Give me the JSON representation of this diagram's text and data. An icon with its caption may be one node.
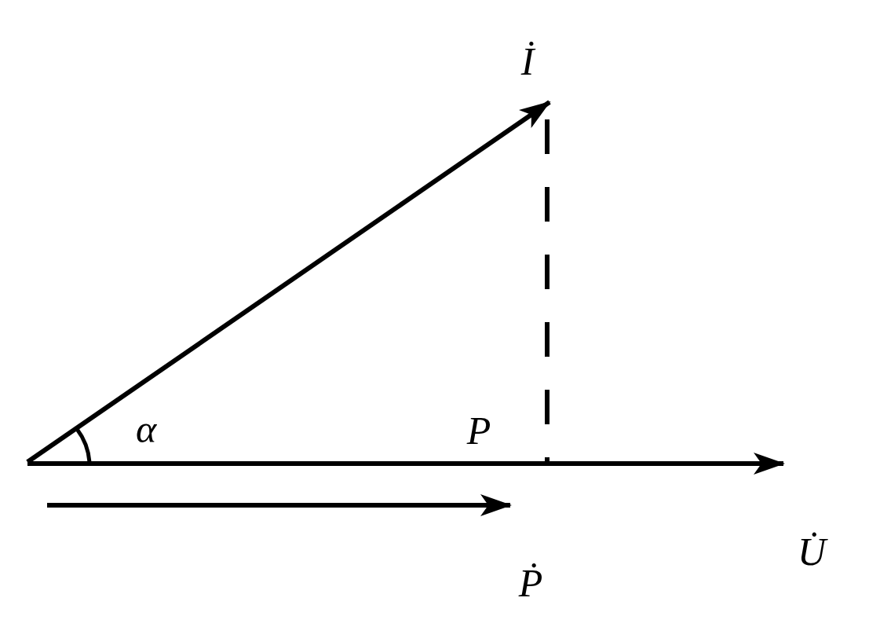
{
  "diagram": {
    "labels": [
      "İ",
      "α",
      "P",
      "U̇",
      "Ṗ"
    ]
  }
}
